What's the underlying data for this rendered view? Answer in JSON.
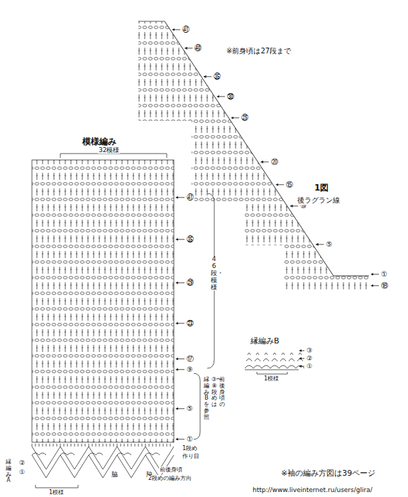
{
  "diagram": {
    "labels": [
      "模様編み",
      "32模様",
      "※前身頃は27段まで",
      "㊶",
      "㊵",
      "㉟",
      "㉚",
      "㉕",
      "⑳",
      "⑮",
      "⑩",
      "⑤",
      "①",
      "⑱",
      "1図",
      "後ラグラン線",
      "㊶",
      "㉟",
      "㉙",
      "㉓",
      "⑰",
      "⑨",
      "⑤",
      "①",
      "46段・模様",
      "前後身頃の",
      "③〜⑧段めは",
      "縁編みBを参照",
      "1段め",
      "作り目",
      "縁編みB",
      "③",
      "②",
      "①",
      "1模様",
      "縁編みA",
      "②",
      "①",
      "1模様",
      "脇",
      "脇",
      "前後身頃",
      "2段めの編み方向",
      "※袖の編み方図は39ページ",
      "http://www.liveinternet.ru/users/glira/"
    ]
  }
}
